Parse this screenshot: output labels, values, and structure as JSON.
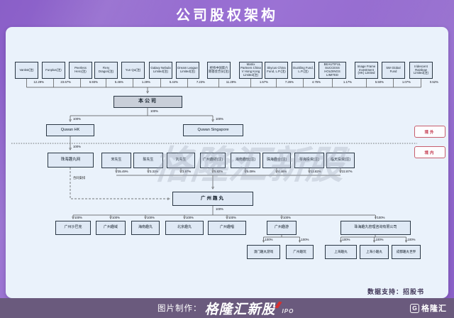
{
  "title": "公司股权架构",
  "watermark": "格隆汇新股",
  "region_labels": {
    "offshore": "境外",
    "onshore": "境内"
  },
  "vie_label": "合同安排",
  "footer": {
    "credit_prefix": "图片制作：",
    "brand": "格隆汇新股",
    "brand_suffix": "IPO",
    "data_support": "数据支持：招股书",
    "logo_letter": "G",
    "logo_text": "格隆汇"
  },
  "colors": {
    "accent_red": "#d63031",
    "card_bg": "#eaf2fb",
    "bar_bg": "#6a5a7d",
    "box_border": "#2a3744",
    "box_fill": "#dfe9f5",
    "company_fill": "#c9cfd9"
  },
  "chart": {
    "top_shareholders": [
      {
        "label": "Vankst(注)",
        "pct": "12.29%"
      },
      {
        "label": "Funplus(注)",
        "pct": "23.67%"
      },
      {
        "label": "Peerless Hero(注)",
        "pct": "6.93%"
      },
      {
        "label": "Fiery Dragon(注)",
        "pct": "5.46%"
      },
      {
        "label": "Yun Qu(注)",
        "pct": "1.29%"
      },
      {
        "label": "Galaxy Nebula Limited(注)",
        "pct": "5.44%"
      },
      {
        "label": "Dream League Limited(注)",
        "pct": "7.23%"
      },
      {
        "label": "经纬中国第六期基金合伙(注)",
        "pct": "11.29%"
      },
      {
        "label": "Matrix Partners China V Hong Kong Limited(注)",
        "pct": "1.57%"
      },
      {
        "label": "Skycus China Fund, L.P.(注)",
        "pct": "7.26%"
      },
      {
        "label": "Duckling Fund, L.P.(注)",
        "pct": "4.75%"
      },
      {
        "label": "BEAUTIFUL SUCCESS HOLDINGS LIMITED",
        "pct": "1.17%"
      },
      {
        "label": "Image Frame Investment (HK) Limited",
        "pct": "5.50%"
      },
      {
        "label": "5W Global Fund",
        "pct": "1.07%"
      },
      {
        "label": "Iridescent Rainbow Limited(注)",
        "pct": "0.52%"
      }
    ],
    "company": {
      "label": "本公司",
      "pct": "100%"
    },
    "hk": {
      "label": "Quwan HK",
      "pct": "100%"
    },
    "sg": {
      "label": "Quwan Singapore",
      "pct": "100%"
    },
    "zhuhai": {
      "label": "珠海趣丸网",
      "pct": "100%"
    },
    "holders": [
      {
        "label": "宋先生",
        "pct": "35.49%"
      },
      {
        "label": "陈先生",
        "pct": "3.31%"
      },
      {
        "label": "刘先生",
        "pct": "3.97%"
      },
      {
        "label": "广州趣研(注)",
        "pct": "5.82%"
      },
      {
        "label": "海南趣玩(注)",
        "pct": "5.09%"
      },
      {
        "label": "珠海趣合(注)",
        "pct": "4.46%"
      },
      {
        "label": "琴海投资(注)",
        "pct": "13.82%"
      },
      {
        "label": "临天投资(注)",
        "pct": "22.87%"
      }
    ],
    "gz": {
      "label": "广州趣丸",
      "pct": "100%"
    },
    "subsidiaries": [
      {
        "label": "广州沙巴克",
        "pct": "100%"
      },
      {
        "label": "广州趣域",
        "pct": "100%"
      },
      {
        "label": "海南趣丸",
        "pct": "100%"
      },
      {
        "label": "北京趣丸",
        "pct": "100%"
      },
      {
        "label": "广州趣唱",
        "pct": "100%"
      },
      {
        "label": "广州趣游",
        "pct": "100%"
      },
      {
        "label": "珠海趣丸管理咨询有限公司",
        "pct": "100%"
      }
    ],
    "sub_children": [
      {
        "label": "澳门趣丸游戏",
        "pct": "100%",
        "parent": "广州趣游"
      },
      {
        "label": "广州趣玩",
        "pct": "100%",
        "parent": "广州趣游"
      },
      {
        "label": "上海趣丸",
        "pct": "100%",
        "parent": "珠海趣丸管理咨询有限公司"
      },
      {
        "label": "上海小趣丸",
        "pct": "100%",
        "parent": "珠海趣丸管理咨询有限公司"
      },
      {
        "label": "成都趣丸世界",
        "pct": "100%",
        "parent": "珠海趣丸管理咨询有限公司"
      }
    ]
  }
}
